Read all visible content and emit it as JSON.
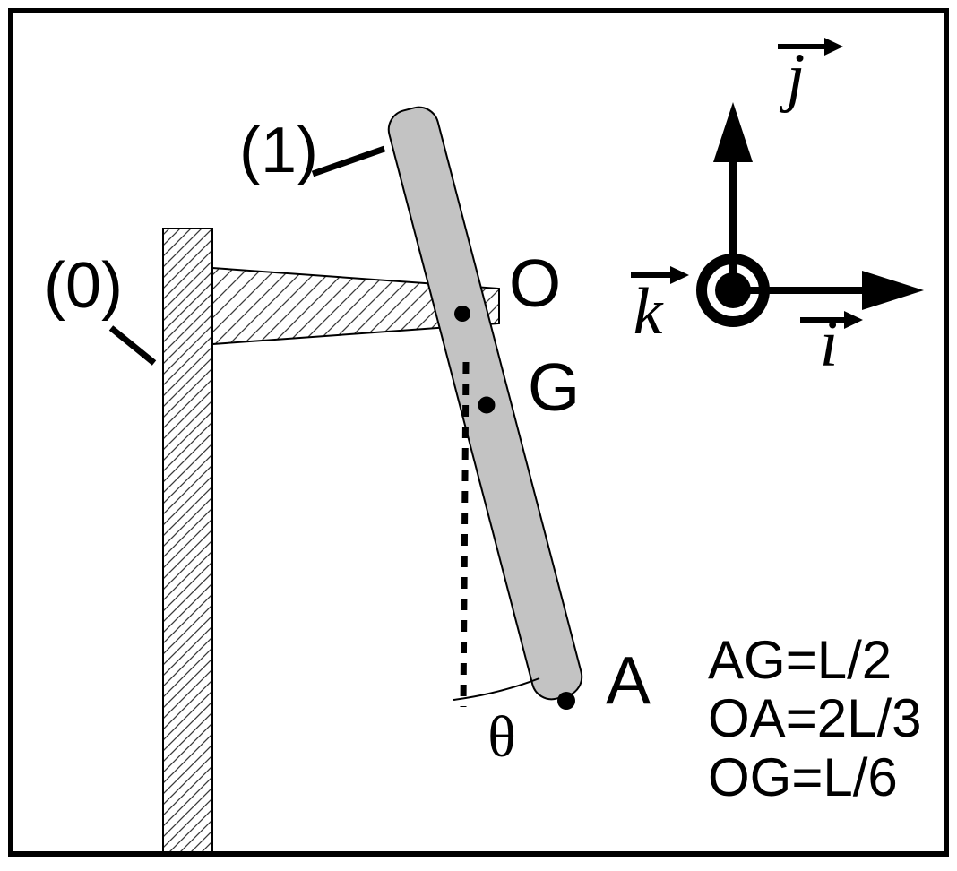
{
  "figure": {
    "background": "#ffffff",
    "frame_color": "#000000"
  },
  "colors": {
    "rod_fill": "#c3c3c3",
    "outline": "#000000",
    "hatch_line": "#3a3a3a"
  },
  "labels": {
    "wall": "(0)",
    "rod": "(1)",
    "point_o": "O",
    "point_g": "G",
    "point_a": "A",
    "angle": "θ"
  },
  "axes": {
    "i": "i",
    "j": "j",
    "k": "k"
  },
  "equations": {
    "items": [
      "AG=L/2",
      "OA=2L/3",
      "OG=L/6"
    ]
  }
}
